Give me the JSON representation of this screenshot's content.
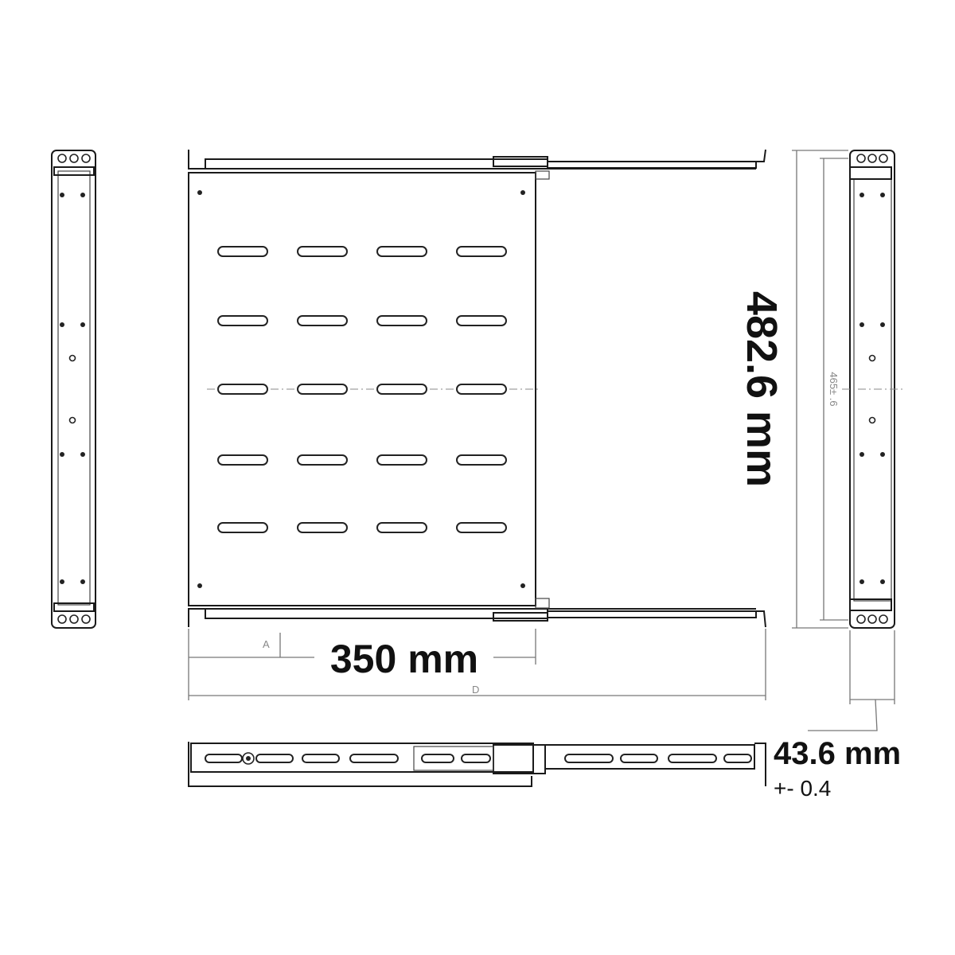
{
  "diagram": {
    "dimensions": {
      "height": "482.6 mm",
      "depth": "350 mm",
      "thickness": "43.6 mm",
      "thickness_tolerance": "+- 0.4",
      "inner_height": "465± .6",
      "label_a": "A",
      "label_d": "D"
    },
    "colors": {
      "line": "#1a1a1a",
      "dimension_line": "#777777",
      "background": "#ffffff"
    }
  }
}
